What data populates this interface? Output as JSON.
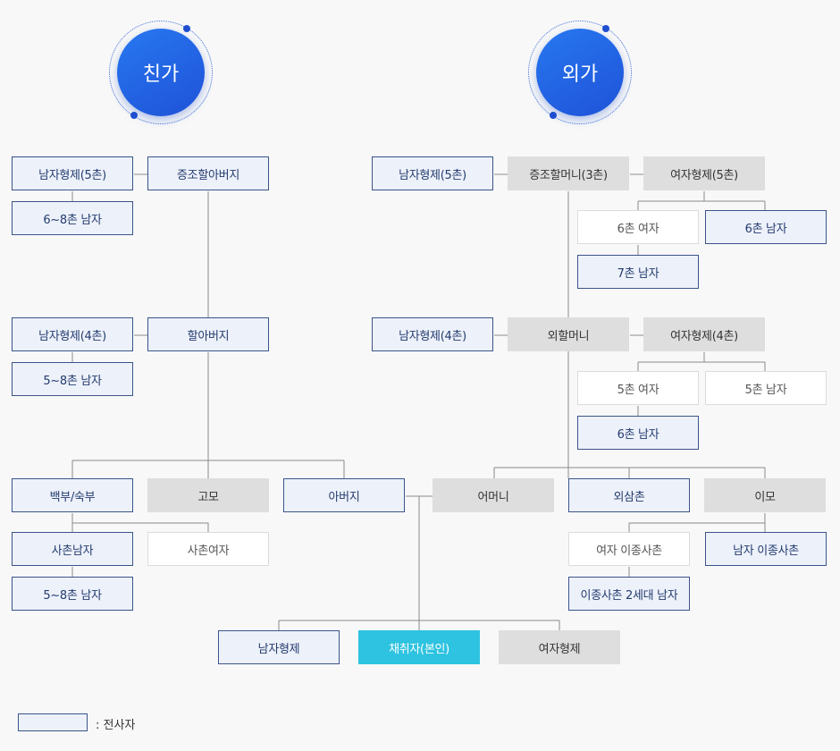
{
  "headings": {
    "paternal": "친가",
    "maternal": "외가"
  },
  "paternal": {
    "great_grandfather": "증조할아버지",
    "gg_brothers": "남자형제(5촌)",
    "gg_descendants": "6~8촌 남자",
    "grandfather": "할아버지",
    "g_brothers": "남자형제(4촌)",
    "g_descendants": "5~8촌 남자",
    "uncle": "백부/숙부",
    "aunt": "고모",
    "father": "아버지",
    "cousin_male": "사촌남자",
    "cousin_female": "사촌여자",
    "cousin_descendants": "5~8촌 남자"
  },
  "maternal": {
    "great_grandmother": "증조할머니(3촌)",
    "gg_brothers": "남자형제(5촌)",
    "gg_sisters": "여자형제(5촌)",
    "gg_sis_female": "6촌 여자",
    "gg_sis_male": "6촌 남자",
    "gg_sis_female_son": "7촌 남자",
    "grandmother": "외할머니",
    "g_brothers": "남자형제(4촌)",
    "g_sisters": "여자형제(4촌)",
    "g_sis_female": "5촌 여자",
    "g_sis_male": "5촌 남자",
    "g_sis_female_son": "6촌 남자",
    "mother": "어머니",
    "uncle": "외삼촌",
    "aunt": "이모",
    "aunt_female_child": "여자 이종사촌",
    "aunt_male_child": "남자 이종사촌",
    "aunt_grandchild": "이종사촌 2세대 남자"
  },
  "self_row": {
    "brother": "남자형제",
    "self": "채취자(본인)",
    "sister": "여자형제"
  },
  "legend": {
    "label": ": 전사자"
  },
  "colors": {
    "accent_blue": "#1f52d8",
    "box_blue_border": "#3a5489",
    "box_blue_fill": "#edf1fa",
    "box_gray": "#dedede",
    "self_cyan": "#2ec3e0"
  }
}
